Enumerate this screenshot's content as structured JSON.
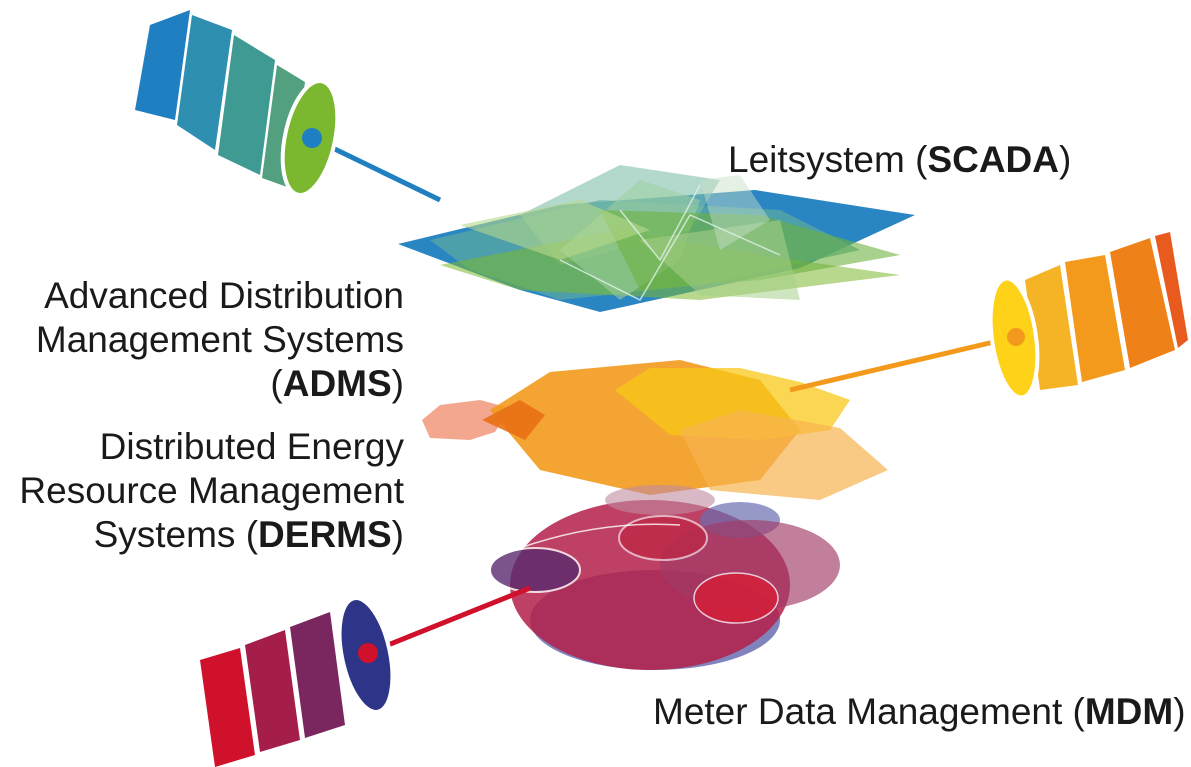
{
  "labels": {
    "scada": {
      "pre": "Leitsystem (",
      "bold": "SCADA",
      "post": ")"
    },
    "adms": {
      "line1": "Advanced Distribution",
      "line2": "Management Systems",
      "pre": "(",
      "bold": "ADMS",
      "post": ")"
    },
    "derms": {
      "line1": "Distributed Energy",
      "line2": "Resource Management",
      "pre": "Systems (",
      "bold": "DERMS",
      "post": ")"
    },
    "mdm": {
      "pre": "Meter Data Management (",
      "bold": "MDM",
      "post": ")"
    }
  },
  "colors": {
    "scada_barrel": [
      "#1f7fc0",
      "#2e8fb0",
      "#3f9a93",
      "#52a07f"
    ],
    "scada_face": "#7cb82f",
    "scada_dot": "#1f7fc0",
    "adms_barrel": [
      "#f5b326",
      "#f39a1c",
      "#ee8218",
      "#e85a1e"
    ],
    "adms_face": "#ffd21a",
    "adms_dot": "#f39a1c",
    "mdm_barrel": [
      "#d0112b",
      "#a51e4a",
      "#7a2760",
      "#5a2a6e"
    ],
    "mdm_face": "#2e3589",
    "mdm_dot": "#d0112b"
  },
  "icons": [
    "scada-barrel-icon",
    "adms-barrel-icon",
    "mdm-barrel-icon"
  ]
}
